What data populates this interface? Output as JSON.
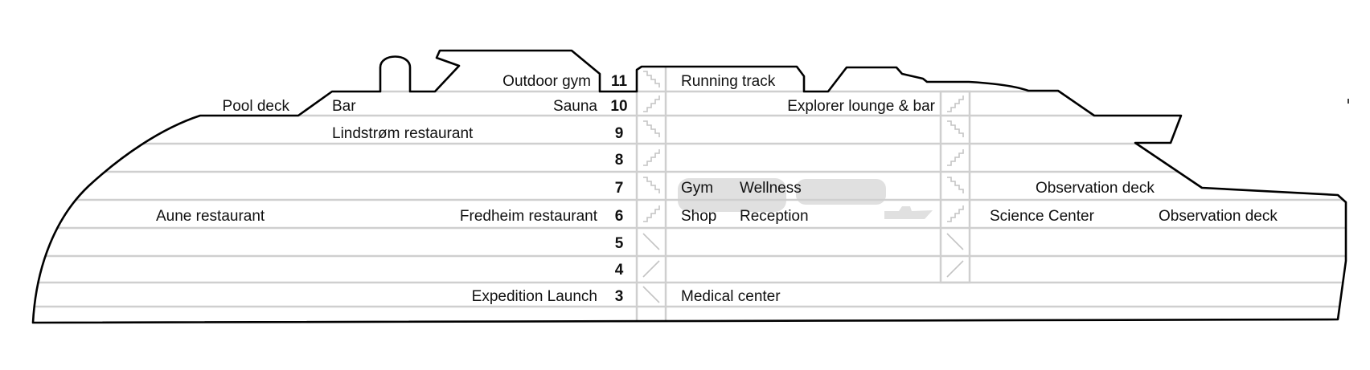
{
  "diagram": {
    "decks": [
      "11",
      "10",
      "9",
      "8",
      "7",
      "6",
      "5",
      "4",
      "3"
    ],
    "labels": {
      "pool_deck": "Pool deck",
      "outdoor_gym": "Outdoor gym",
      "bar": "Bar",
      "sauna": "Sauna",
      "lindstrom": "Lindstrøm restaurant",
      "aune": "Aune restaurant",
      "fredheim": "Fredheim restaurant",
      "expedition_launch": "Expedition Launch",
      "running_track": "Running track",
      "explorer_lounge": "Explorer lounge & bar",
      "gym": "Gym",
      "wellness": "Wellness",
      "shop": "Shop",
      "reception": "Reception",
      "medical_center": "Medical center",
      "observation_deck_7": "Observation deck",
      "science_center": "Science Center",
      "observation_deck_6": "Observation deck"
    },
    "stairs_forward": [
      "stairs-down-icon",
      "stairs-up-icon",
      "stairs-down-icon",
      "stairs-up-icon",
      "stairs-down-icon",
      "stairs-up-icon",
      "ramp-down-icon",
      "ramp-up-icon",
      "ramp-down-icon"
    ],
    "stairs_aft": [
      "stairs-up-icon",
      "stairs-down-icon",
      "stairs-up-icon",
      "stairs-down-icon",
      "stairs-up-icon",
      "ramp-down-icon",
      "ramp-up-icon"
    ],
    "colors": {
      "hull": "#000000",
      "deck_line": "#cfcfcf",
      "stair": "#c4c4c4",
      "lifeboat": "#e0e0e0"
    }
  }
}
